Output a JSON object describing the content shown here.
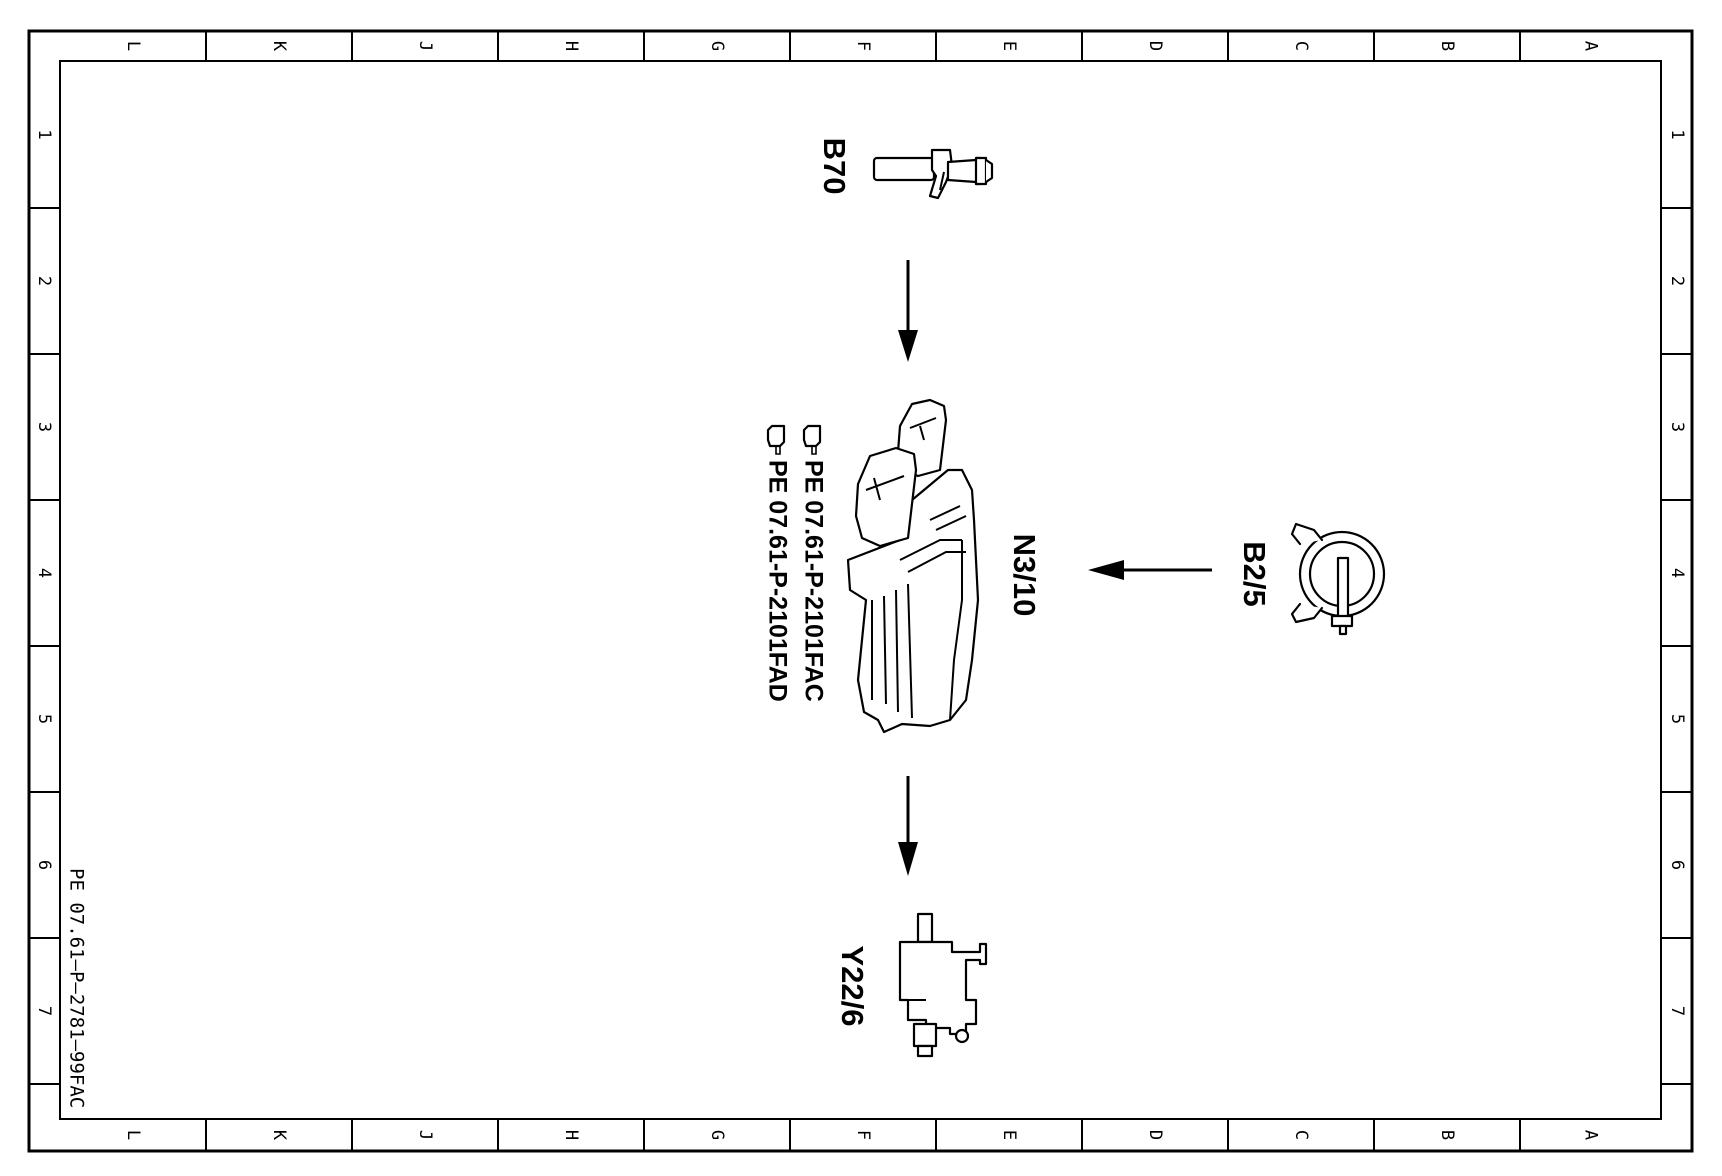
{
  "frame": {
    "column_letters": [
      "L",
      "K",
      "J",
      "H",
      "G",
      "F",
      "E",
      "D",
      "C",
      "B",
      "A"
    ],
    "row_numbers": [
      "1",
      "2",
      "3",
      "4",
      "5",
      "6",
      "7"
    ]
  },
  "components": {
    "sensor_top": {
      "label": "B70",
      "icon": "crankshaft-position-sensor-icon"
    },
    "control_unit": {
      "label": "N3/10",
      "icon": "engine-control-unit-icon"
    },
    "sensor_right": {
      "label": "B2/5",
      "icon": "hot-film-mass-air-flow-sensor-icon"
    },
    "valve_bottom": {
      "label": "Y22/6",
      "icon": "switchover-valve-icon"
    }
  },
  "references": [
    {
      "text": "PE 07.61-P-2101FAC",
      "icon": "pointing-hand-icon"
    },
    {
      "text": "PE 07.61-P-2101FAD",
      "icon": "pointing-hand-icon"
    }
  ],
  "footnote": "PE 07.61–P–2781–99FAC"
}
